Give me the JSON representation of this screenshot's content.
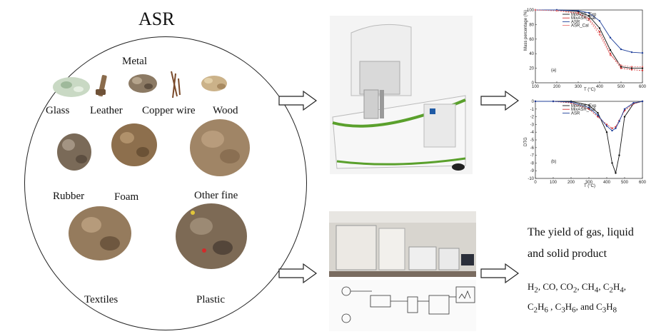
{
  "title": "ASR",
  "components": {
    "metal": "Metal",
    "glass": "Glass",
    "leather": "Leather",
    "copper_wire": "Copper wire",
    "wood": "Wood",
    "rubber": "Rubber",
    "foam": "Foam",
    "other_fine": "Other fine",
    "textiles": "Textiles",
    "plastic": "Plastic"
  },
  "tga_charts": {
    "a": {
      "panel_label": "(a)",
      "ylabel": "Mass percentage (%)",
      "xlabel": "T (°C)",
      "xlim": [
        100,
        600
      ],
      "ylim": [
        0,
        100
      ],
      "y_ticks": [
        "0",
        "20",
        "40",
        "60",
        "80",
        "100"
      ],
      "x_ticks": [
        "100",
        "200",
        "300",
        "400",
        "500",
        "600"
      ],
      "legend": [
        "MixASR_Exp",
        "MixASR_Cal",
        "ASR",
        "ASR_Cal"
      ]
    },
    "b": {
      "panel_label": "(b)",
      "ylabel": "DTG",
      "xlabel": "T (°C)",
      "xlim": [
        0,
        600
      ],
      "ylim": [
        -10,
        0
      ],
      "y_ticks": [
        "0",
        "-1",
        "-2",
        "-3",
        "-4",
        "-5",
        "-6",
        "-7",
        "-8",
        "-9",
        "-10"
      ],
      "x_ticks": [
        "0",
        "100",
        "200",
        "300",
        "400",
        "500",
        "600"
      ],
      "legend": [
        "MixASR_Exp",
        "MixASR_Cal",
        "ASR"
      ]
    }
  },
  "chart_data": [
    {
      "type": "line",
      "title": "(a)",
      "xlabel": "T (°C)",
      "ylabel": "Mass percentage (%)",
      "xlim": [
        100,
        600
      ],
      "ylim": [
        0,
        100
      ],
      "series": [
        {
          "name": "MixASR_Exp",
          "x": [
            100,
            200,
            300,
            350,
            400,
            450,
            500,
            550,
            600
          ],
          "y": [
            100,
            100,
            98,
            92,
            75,
            45,
            22,
            20,
            20
          ]
        },
        {
          "name": "MixASR_Cal",
          "x": [
            100,
            200,
            300,
            350,
            400,
            450,
            500,
            550,
            600
          ],
          "y": [
            100,
            99,
            96,
            88,
            70,
            40,
            20,
            18,
            17
          ]
        },
        {
          "name": "ASR",
          "x": [
            100,
            200,
            300,
            350,
            400,
            450,
            500,
            550,
            600
          ],
          "y": [
            100,
            100,
            99,
            96,
            85,
            62,
            46,
            42,
            41
          ]
        },
        {
          "name": "ASR_Cal",
          "x": [
            100,
            200,
            300,
            350,
            400,
            450,
            500,
            550,
            600
          ],
          "y": [
            100,
            99,
            95,
            86,
            66,
            38,
            24,
            22,
            22
          ]
        }
      ]
    },
    {
      "type": "line",
      "title": "(b)",
      "xlabel": "T (°C)",
      "ylabel": "DTG",
      "xlim": [
        0,
        600
      ],
      "ylim": [
        -10,
        0
      ],
      "series": [
        {
          "name": "MixASR_Exp",
          "x": [
            0,
            100,
            200,
            300,
            350,
            400,
            430,
            450,
            470,
            500,
            550,
            600
          ],
          "y": [
            0,
            0,
            0,
            -0.5,
            -1.5,
            -4,
            -8,
            -9.3,
            -7,
            -2,
            -0.3,
            0
          ]
        },
        {
          "name": "MixASR_Cal",
          "x": [
            0,
            100,
            200,
            300,
            350,
            400,
            430,
            450,
            470,
            500,
            550,
            600
          ],
          "y": [
            0,
            0,
            -0.2,
            -1,
            -2,
            -3,
            -3.5,
            -3.3,
            -2.5,
            -1.2,
            -0.3,
            0
          ]
        },
        {
          "name": "ASR",
          "x": [
            0,
            100,
            200,
            300,
            350,
            400,
            430,
            450,
            470,
            500,
            550,
            600
          ],
          "y": [
            0,
            0,
            -0.1,
            -0.8,
            -1.8,
            -3.2,
            -3.8,
            -3.5,
            -2.6,
            -1,
            -0.2,
            0
          ]
        }
      ]
    }
  ],
  "results": {
    "yield_line1": "The yield of gas, liquid",
    "yield_line2": "and solid product",
    "gases_line1_parts": [
      "H",
      "2",
      ", CO, CO",
      "2",
      ", CH",
      "4",
      ", C",
      "2",
      "H",
      "4",
      ","
    ],
    "gases_line2_parts": [
      "C",
      "2",
      "H",
      "6",
      " , C",
      "3",
      "H",
      "6",
      ", and C",
      "3",
      "H",
      "8"
    ]
  },
  "colors": {
    "instrument_green": "#5aa02c",
    "exp_series": "#111111",
    "cal_series": "#d32f2f",
    "asr_series": "#1e3f9a",
    "asr_cal_series": "#e57373"
  }
}
